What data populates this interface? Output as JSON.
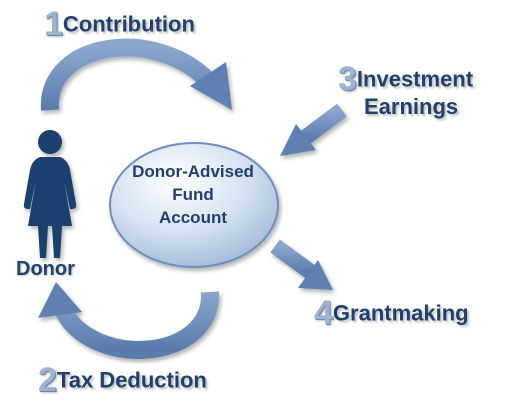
{
  "colors": {
    "arrow": "#6f8fbd",
    "arrow_dark": "#4f6f9c",
    "ellipse_fill": "#c3d4e8",
    "text": "#21406e",
    "number": "#9db3d2",
    "person": "#1a3f6e"
  },
  "steps": [
    {
      "number": "1",
      "label": "Contribution"
    },
    {
      "number": "2",
      "label": "Tax Deduction"
    },
    {
      "number": "3",
      "label": "Investment",
      "label2": "Earnings"
    },
    {
      "number": "4",
      "label": "Grantmaking"
    }
  ],
  "account": {
    "line1": "Donor-Advised",
    "line2": "Fund",
    "line3": "Account"
  },
  "donor": {
    "label": "Donor",
    "icon": "person-icon"
  }
}
